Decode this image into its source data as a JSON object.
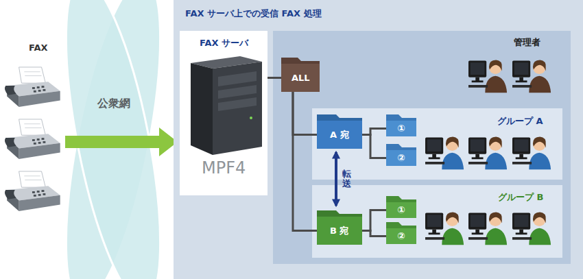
{
  "diagram": {
    "nodes": [
      {
        "text": [
          "FAX サーバ上での受信 FAX 処理"
        ]
      },
      {
        "text": [
          "FAX サーバ",
          "MPF4"
        ],
        "in": 0
      },
      {
        "text": [
          "ALL"
        ],
        "in": 0
      },
      {
        "text": [
          "グループ A"
        ],
        "in": 0
      },
      {
        "text": [
          "A 宛"
        ],
        "in": 3
      },
      {
        "text": [
          "①"
        ],
        "in": 3
      },
      {
        "text": [
          "②"
        ],
        "in": 3
      },
      {
        "text": [
          "グループ B"
        ],
        "in": 0
      },
      {
        "text": [
          "B 宛"
        ],
        "in": 7
      },
      {
        "text": [
          "①"
        ],
        "in": 7
      },
      {
        "text": [
          "②"
        ],
        "in": 7
      }
    ],
    "edges": [
      {
        "from": 1,
        "to": 2,
        "arrow": "none"
      },
      {
        "from": 2,
        "to": 4,
        "arrow": "none"
      },
      {
        "from": 2,
        "to": 8,
        "arrow": "none"
      },
      {
        "from": 4,
        "to": 5,
        "arrow": "none"
      },
      {
        "from": 4,
        "to": 6,
        "arrow": "none"
      },
      {
        "from": 8,
        "to": 9,
        "arrow": "none"
      },
      {
        "from": 8,
        "to": 10,
        "arrow": "none"
      },
      {
        "from": 4,
        "to": 8,
        "label": "転送",
        "arrow": "both"
      }
    ],
    "labels": [
      "FAX",
      "公衆網",
      "管理者"
    ]
  }
}
